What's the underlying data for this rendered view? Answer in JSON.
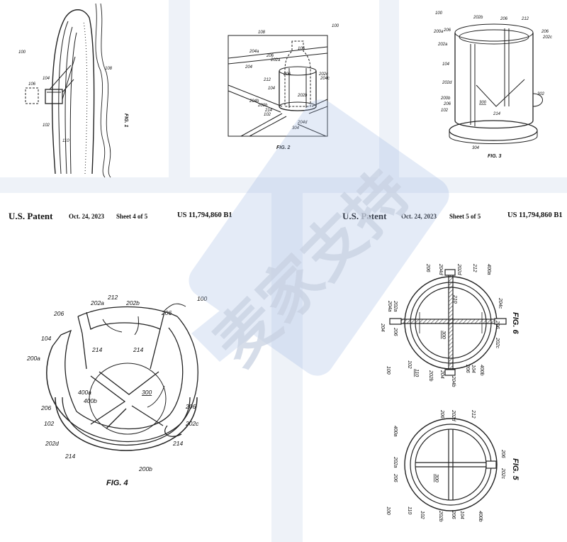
{
  "sheet4": {
    "patent_label": "U.S. Patent",
    "date": "Oct. 24, 2023",
    "sheet": "Sheet 4 of 5",
    "number": "US 11,794,860 B1"
  },
  "sheet5": {
    "patent_label": "U.S. Patent",
    "date": "Oct. 24, 2023",
    "sheet": "Sheet 5 of 5",
    "number": "US 11,794,860 B1"
  },
  "figures": {
    "fig1": "FIG. 1",
    "fig2": "FIG. 2",
    "fig3": "FIG. 3",
    "fig4": "FIG. 4",
    "fig5": "FIG. 5",
    "fig6": "FIG. 6"
  },
  "watermark": "麦家支持"
}
